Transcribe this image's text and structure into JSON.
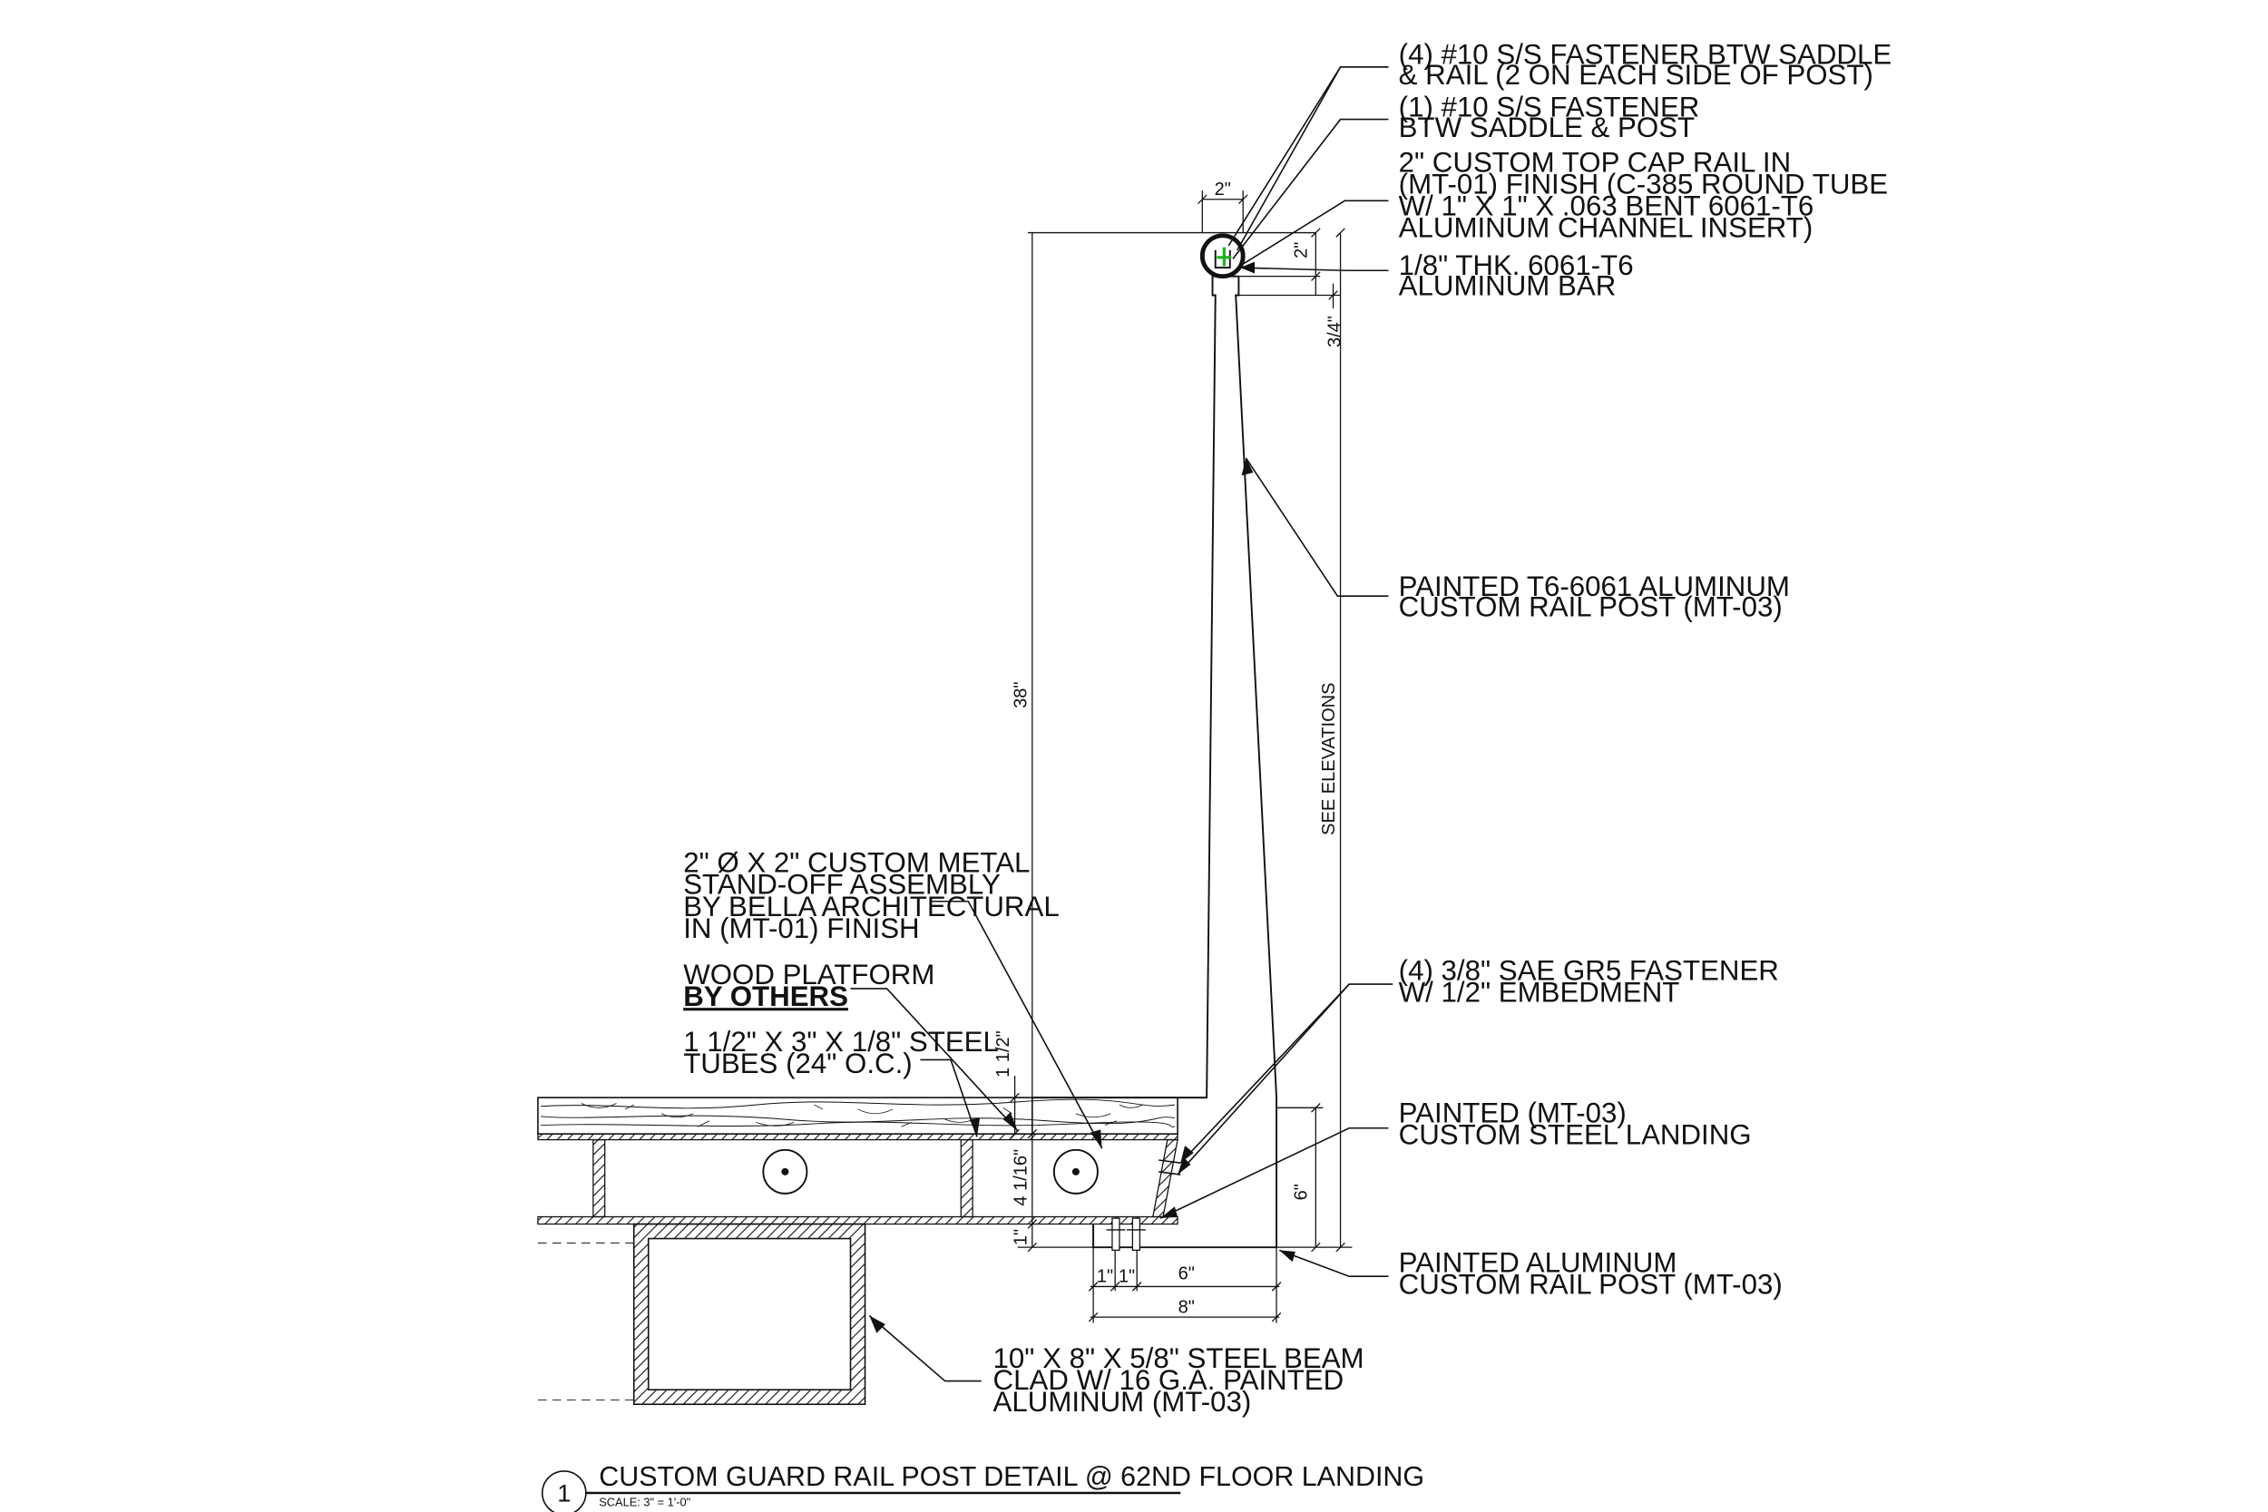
{
  "callouts": {
    "top_fasteners": [
      "(4) #10 S/S FASTENER BTW SADDLE",
      "& RAIL (2 ON EACH SIDE OF POST)"
    ],
    "saddle_fastener": [
      "(1) #10 S/S FASTENER",
      "BTW SADDLE & POST"
    ],
    "top_cap": [
      "2\" CUSTOM TOP CAP RAIL IN",
      "(MT-01) FINISH (C-385 ROUND TUBE",
      "W/ 1\" X 1\" X .063 BENT 6061-T6",
      "ALUMINUM CHANNEL INSERT)"
    ],
    "alum_bar": [
      "1/8\" THK. 6061-T6",
      "ALUMINUM BAR"
    ],
    "rail_post": [
      "PAINTED T6-6061 ALUMINUM",
      "CUSTOM RAIL POST (MT-03)"
    ],
    "standoff": [
      "2\" Ø X 2\" CUSTOM METAL",
      "STAND-OFF ASSEMBLY",
      "BY BELLA ARCHITECTURAL",
      "IN (MT-01) FINISH"
    ],
    "wood_platform": [
      "WOOD PLATFORM"
    ],
    "by_others": "BY OTHERS",
    "steel_tubes": [
      "1 1/2\" X 3\" X 1/8\" STEEL",
      "TUBES (24\" O.C.)"
    ],
    "sae_fastener": [
      "(4) 3/8\" SAE GR5 FASTENER",
      "W/ 1/2\" EMBEDMENT"
    ],
    "steel_landing": [
      "PAINTED (MT-03)",
      "CUSTOM STEEL LANDING"
    ],
    "alum_post": [
      "PAINTED ALUMINUM",
      "CUSTOM RAIL POST (MT-03)"
    ],
    "steel_beam": [
      "10\" X 8\" X 5/8\" STEEL BEAM",
      "CLAD W/ 16 G.A. PAINTED",
      "ALUMINUM (MT-03)"
    ]
  },
  "dimensions": {
    "cap_width": "2\"",
    "cap_height": "2\"",
    "cap_offset": "3/4\"",
    "rail_height": "38\"",
    "see_elevations": "SEE ELEVATIONS",
    "platform_thk": "1 1/2\"",
    "tube_depth": "4 1/16\"",
    "landing_gap": "1\"",
    "base_height": "6\"",
    "bolt_1": "1\"",
    "bolt_2": "1\"",
    "base_6": "6\"",
    "base_8": "8\""
  },
  "title_block": {
    "number": "1",
    "title": "CUSTOM GUARD RAIL POST DETAIL @ 62ND FLOOR LANDING",
    "scale": "SCALE: 3\" = 1'-0\""
  }
}
